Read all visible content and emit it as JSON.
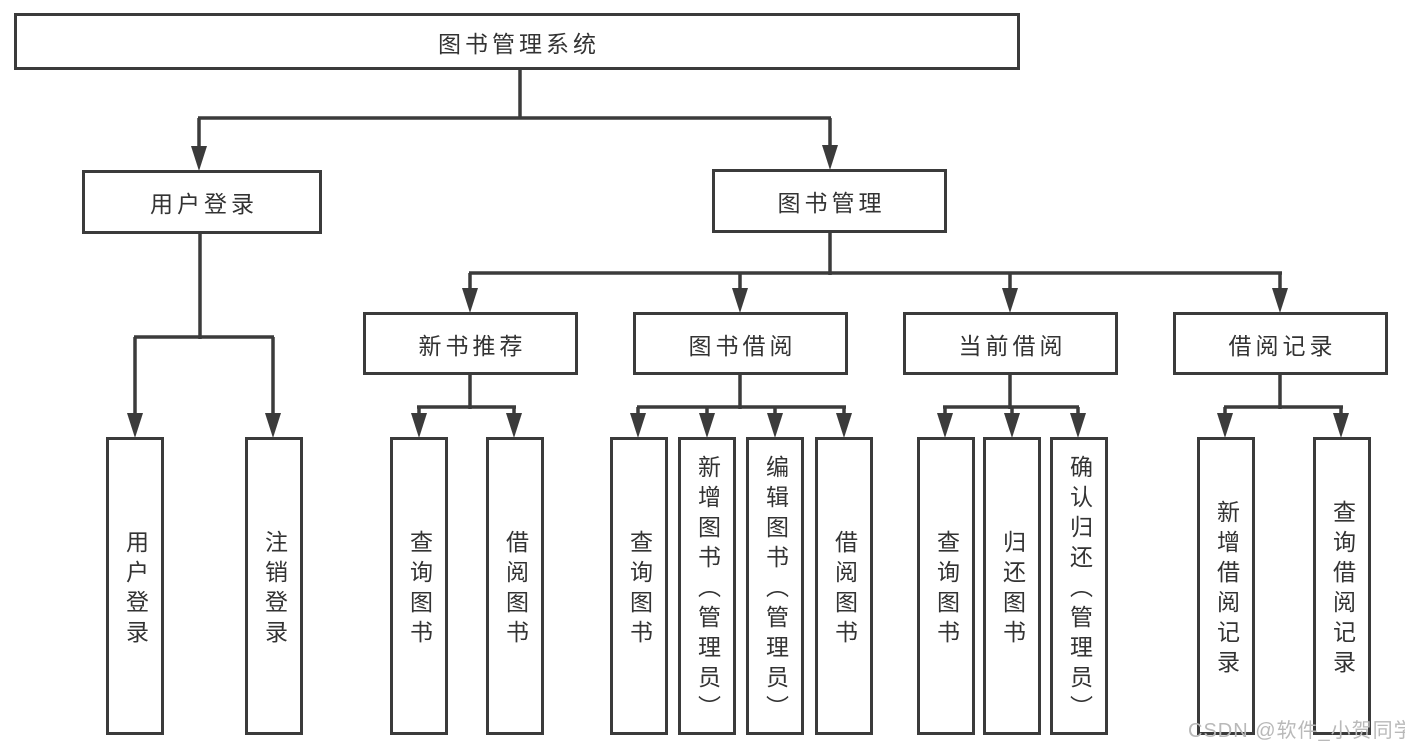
{
  "colors": {
    "line": "#3b3b3b",
    "text": "#333333",
    "watermark_gray": "#b9b9b9",
    "background": "#ffffff"
  },
  "tree": {
    "label": "图书管理系统",
    "children": [
      {
        "label": "用户登录",
        "children": [
          {
            "label": "用户登录"
          },
          {
            "label": "注销登录"
          }
        ]
      },
      {
        "label": "图书管理",
        "children": [
          {
            "label": "新书推荐",
            "children": [
              {
                "label": "查询图书"
              },
              {
                "label": "借阅图书"
              }
            ]
          },
          {
            "label": "图书借阅",
            "children": [
              {
                "label": "查询图书"
              },
              {
                "label": "新增图书（管理员）"
              },
              {
                "label": "编辑图书（管理员）"
              },
              {
                "label": "借阅图书"
              }
            ]
          },
          {
            "label": "当前借阅",
            "children": [
              {
                "label": "查询图书"
              },
              {
                "label": "归还图书"
              },
              {
                "label": "确认归还（管理员）"
              }
            ]
          },
          {
            "label": "借阅记录",
            "children": [
              {
                "label": "新增借阅记录"
              },
              {
                "label": "查询借阅记录"
              }
            ]
          }
        ]
      }
    ]
  },
  "watermark": {
    "text": "CSDN @软件_小贺同学"
  }
}
